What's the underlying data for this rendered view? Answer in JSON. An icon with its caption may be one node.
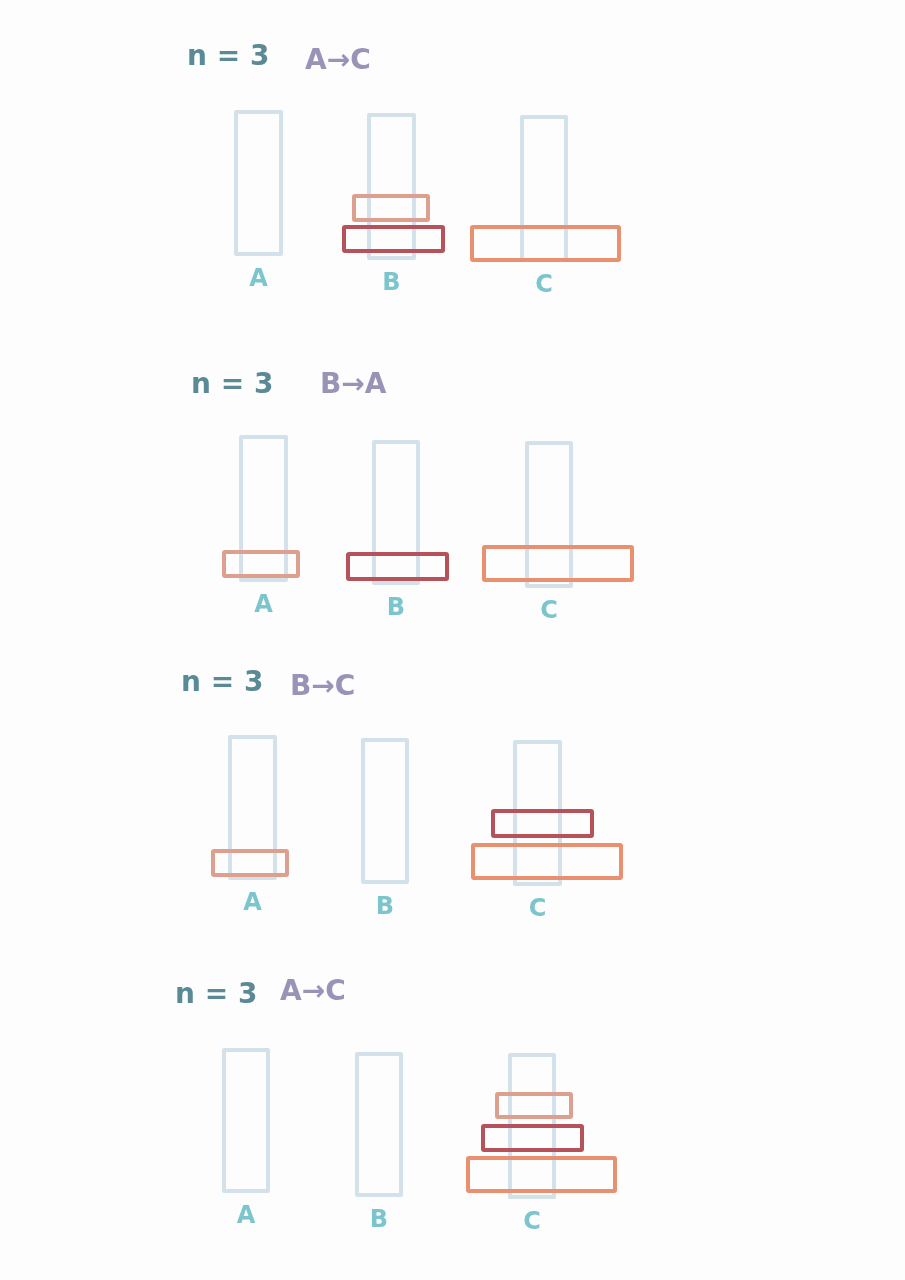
{
  "diagram": {
    "nodes": [
      {
        "text": [
          "A"
        ]
      },
      {
        "text": [
          "B"
        ]
      },
      {
        "text": [
          "C"
        ]
      },
      {
        "text": [],
        "shape": "bar"
      },
      {
        "text": [],
        "shape": "bar"
      },
      {
        "text": [],
        "shape": "bar"
      },
      {
        "text": [
          "A"
        ]
      },
      {
        "text": [
          "B"
        ]
      },
      {
        "text": [
          "C"
        ]
      },
      {
        "text": [],
        "shape": "bar"
      },
      {
        "text": [],
        "shape": "bar"
      },
      {
        "text": [],
        "shape": "bar"
      },
      {
        "text": [
          "A"
        ]
      },
      {
        "text": [
          "B"
        ]
      },
      {
        "text": [
          "C"
        ]
      },
      {
        "text": [],
        "shape": "bar"
      },
      {
        "text": [],
        "shape": "bar"
      },
      {
        "text": [],
        "shape": "bar"
      },
      {
        "text": [
          "A"
        ]
      },
      {
        "text": [
          "B"
        ]
      },
      {
        "text": [
          "C"
        ]
      },
      {
        "text": [],
        "shape": "bar"
      },
      {
        "text": [],
        "shape": "bar"
      },
      {
        "text": [],
        "shape": "bar"
      }
    ],
    "labels": [
      "n = 3",
      "A→C",
      "n = 3",
      "B→A",
      "n = 3",
      "B→C",
      "n = 3",
      "A→C"
    ]
  }
}
